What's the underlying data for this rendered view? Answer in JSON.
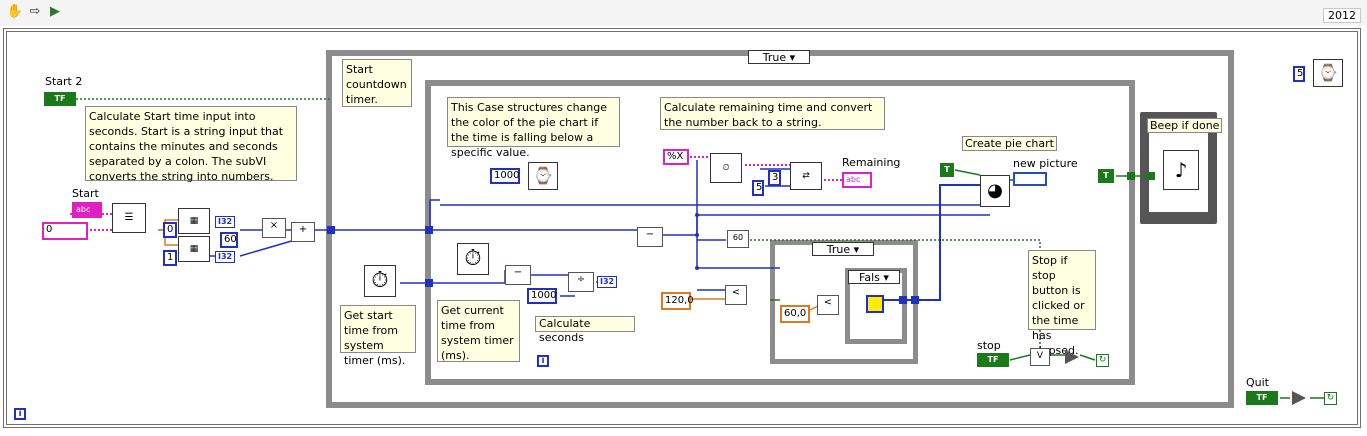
{
  "toolbar": {
    "year": "2012"
  },
  "labels": {
    "start2": "Start 2",
    "start": "Start",
    "remaining": "Remaining",
    "new_picture": "new picture",
    "create_pie": "Create pie chart",
    "beep": "Beep if done",
    "stop": "stop",
    "quit": "Quit",
    "calc_seconds": "Calculate seconds"
  },
  "case_selectors": {
    "outer": "True",
    "small": "True",
    "tiny": "Fals"
  },
  "notes": {
    "start_time": "Calculate Start time input into seconds. Start is a string input that contains the minutes and seconds separated by a colon. The subVI converts the string into numbers.",
    "countdown": "Start countdown timer.",
    "case_color": "This Case structures change the color of the pie chart if the time is falling below a specific value.",
    "remaining_calc": "Calculate remaining time and convert the number back to a string.",
    "get_start": "Get start time from system timer (ms).",
    "get_current": "Get current time from system timer (ms).",
    "stop_if": "Stop if stop button is clicked or the time has elapsed."
  },
  "constants": {
    "c0": "0",
    "c0b": "0",
    "c1": "1",
    "c60": "60",
    "c1000a": "1000",
    "c1000b": "1000",
    "c5a": "5",
    "c5b": "5",
    "c3": "3",
    "c120": "120,0",
    "c60f": "60,0",
    "fmt": "%X",
    "i32a": "I32",
    "i32b": "I32",
    "i32c": "I32",
    "tf": "TF",
    "abc": "abc",
    "t1": "T",
    "t2": "T",
    "prim_mul": "×",
    "prim_add": "+",
    "prim_sub1": "−",
    "prim_sub2": "−",
    "prim_div": "÷",
    "prim_lt1": "<",
    "prim_lt2": "<",
    "prim_60": "60",
    "prim_or": "V",
    "info": "i",
    "loop": "↻"
  },
  "colors": {
    "bool": "#1a7a1a",
    "int": "#2030c0",
    "float": "#e07820",
    "string": "#e020c0",
    "frame": "#8c8c8c"
  }
}
